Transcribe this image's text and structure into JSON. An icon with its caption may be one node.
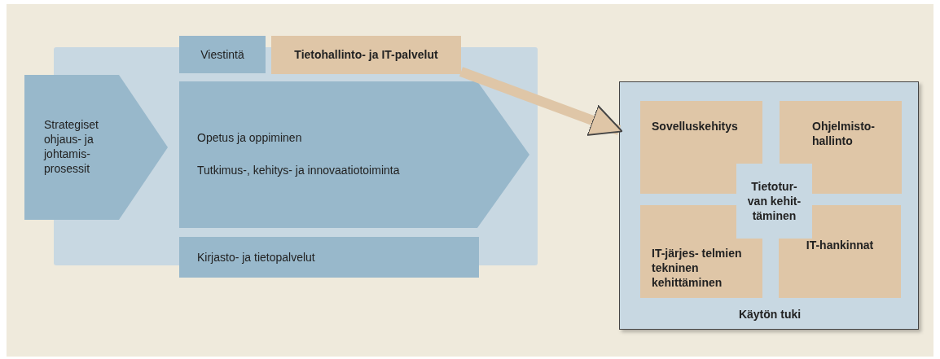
{
  "diagram": {
    "nodes": [
      {
        "text": [
          "Strategiset ohjaus- ja johtamis- prosessit"
        ]
      },
      {
        "text": [
          "Viestintä"
        ]
      },
      {
        "text": [
          "Tietohallinto- ja IT-palvelut"
        ]
      },
      {
        "text": [
          "Opetus ja oppiminen",
          "Tutkimus-, kehitys- ja innovaatiotoiminta"
        ]
      },
      {
        "text": [
          "Kirjasto- ja tietopalvelut"
        ]
      },
      {
        "text": [
          "Käytön tuki"
        ]
      },
      {
        "text": [
          "Sovelluskehitys"
        ],
        "in": 5
      },
      {
        "text": [
          "Ohjelmisto- hallinto"
        ],
        "in": 5
      },
      {
        "text": [
          "IT-järjes- telmien tekninen kehittäminen"
        ],
        "in": 5
      },
      {
        "text": [
          "IT-hankinnat"
        ],
        "in": 5
      },
      {
        "text": [
          "Tietotur- van kehit- täminen"
        ],
        "in": 5
      }
    ],
    "edges": [
      {
        "from": 2,
        "to": 5,
        "arrow": "to"
      }
    ]
  }
}
